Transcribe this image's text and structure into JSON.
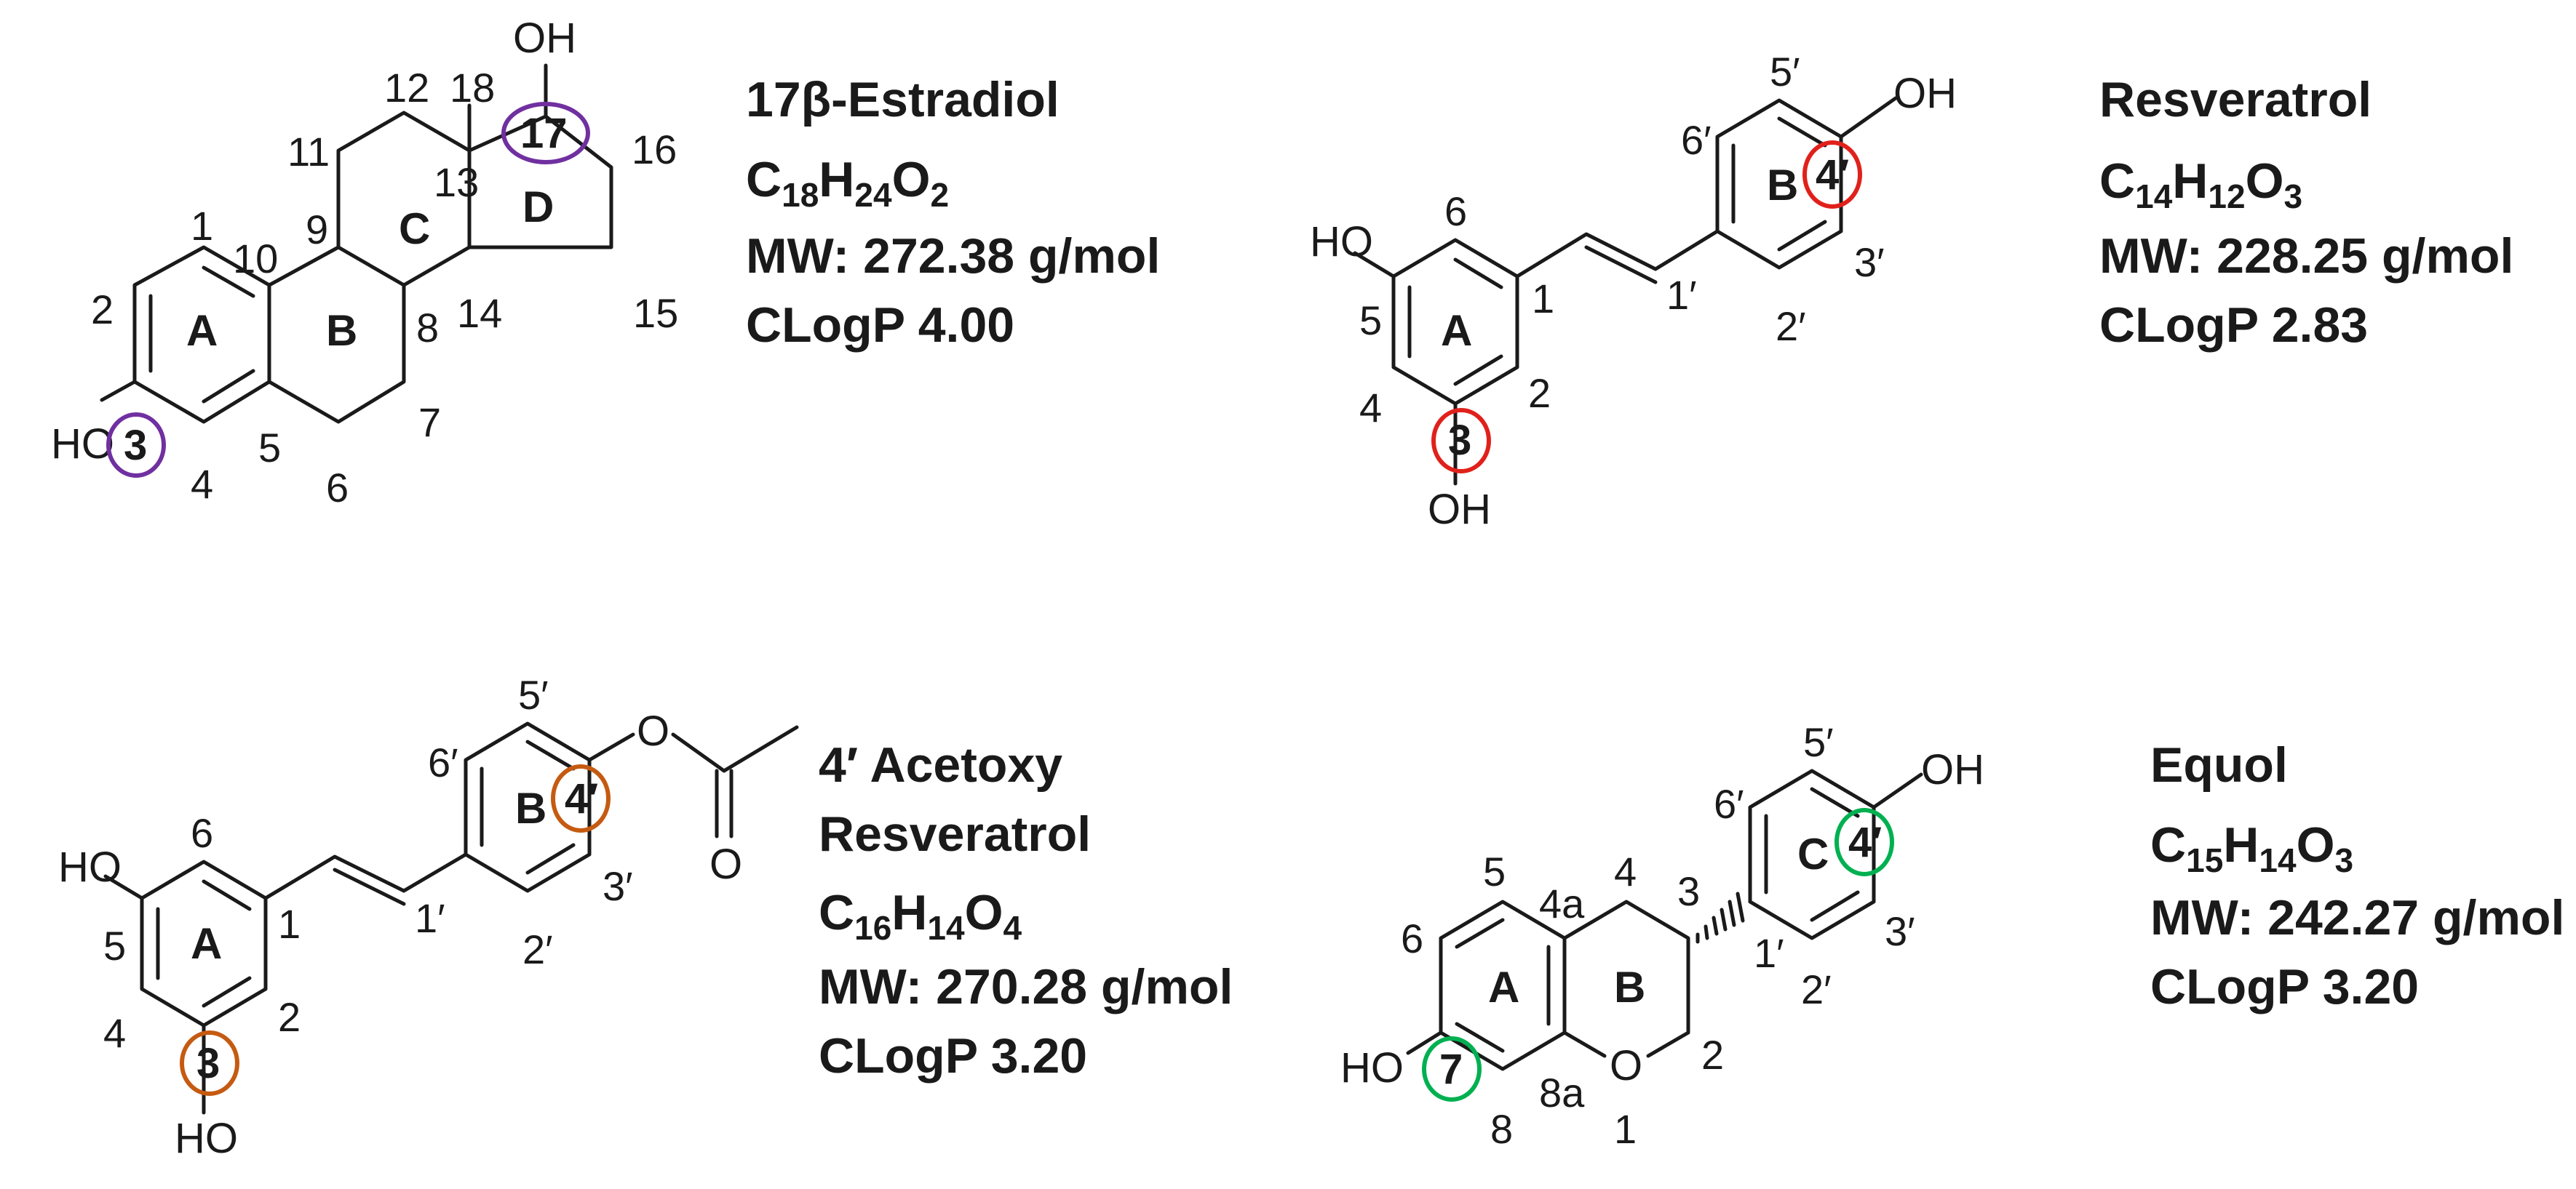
{
  "panels": {
    "estradiol": {
      "name": "17β-Estradiol",
      "formula": [
        {
          "t": "C"
        },
        {
          "t": "18",
          "sub": true
        },
        {
          "t": "H"
        },
        {
          "t": "24",
          "sub": true
        },
        {
          "t": "O"
        },
        {
          "t": "2",
          "sub": true
        }
      ],
      "mw": "MW: 272.38 g/mol",
      "clogp": "CLogP  4.00",
      "highlight_color": "#7030a0",
      "rings": [
        "A",
        "B",
        "C",
        "D"
      ],
      "atom_numbers": [
        "1",
        "2",
        "3",
        "4",
        "5",
        "6",
        "7",
        "8",
        "9",
        "10",
        "11",
        "12",
        "13",
        "14",
        "15",
        "16",
        "17",
        "18"
      ],
      "hetero": [
        "HO",
        "OH"
      ]
    },
    "resveratrol": {
      "name": "Resveratrol",
      "formula": [
        {
          "t": "C"
        },
        {
          "t": "14",
          "sub": true
        },
        {
          "t": "H"
        },
        {
          "t": "12",
          "sub": true
        },
        {
          "t": "O"
        },
        {
          "t": "3",
          "sub": true
        }
      ],
      "mw": "MW: 228.25 g/mol",
      "clogp": "CLogP  2.83",
      "highlight_color": "#e0211b",
      "rings": [
        "A",
        "B"
      ],
      "atom_numbers": [
        "1",
        "2",
        "3",
        "4",
        "5",
        "6",
        "1′",
        "2′",
        "3′",
        "4′",
        "5′",
        "6′"
      ],
      "hetero": [
        "HO",
        "OH",
        "OH"
      ]
    },
    "acetoxy": {
      "name_line1": "4′ Acetoxy",
      "name_line2": "Resveratrol",
      "formula": [
        {
          "t": "C"
        },
        {
          "t": "16",
          "sub": true
        },
        {
          "t": "H"
        },
        {
          "t": "14",
          "sub": true
        },
        {
          "t": "O"
        },
        {
          "t": "4",
          "sub": true
        }
      ],
      "mw": "MW: 270.28 g/mol",
      "clogp": "CLogP  3.20",
      "highlight_color": "#c55a11",
      "rings": [
        "A",
        "B"
      ],
      "atom_numbers": [
        "1",
        "2",
        "3",
        "4",
        "5",
        "6",
        "1′",
        "2′",
        "3′",
        "4′",
        "5′",
        "6′"
      ],
      "hetero": [
        "HO",
        "HO",
        "O",
        "O"
      ]
    },
    "equol": {
      "name": "Equol",
      "formula": [
        {
          "t": "C"
        },
        {
          "t": "15",
          "sub": true
        },
        {
          "t": "H"
        },
        {
          "t": "14",
          "sub": true
        },
        {
          "t": "O"
        },
        {
          "t": "3",
          "sub": true
        }
      ],
      "mw": "MW: 242.27 g/mol",
      "clogp": "CLogP  3.20",
      "highlight_color": "#00b050",
      "rings": [
        "A",
        "B",
        "C"
      ],
      "atom_numbers": [
        "1",
        "2",
        "3",
        "4",
        "4a",
        "5",
        "6",
        "7",
        "8",
        "8a",
        "1′",
        "2′",
        "3′",
        "4′",
        "5′",
        "6′"
      ],
      "hetero": [
        "HO",
        "O",
        "OH"
      ]
    }
  }
}
